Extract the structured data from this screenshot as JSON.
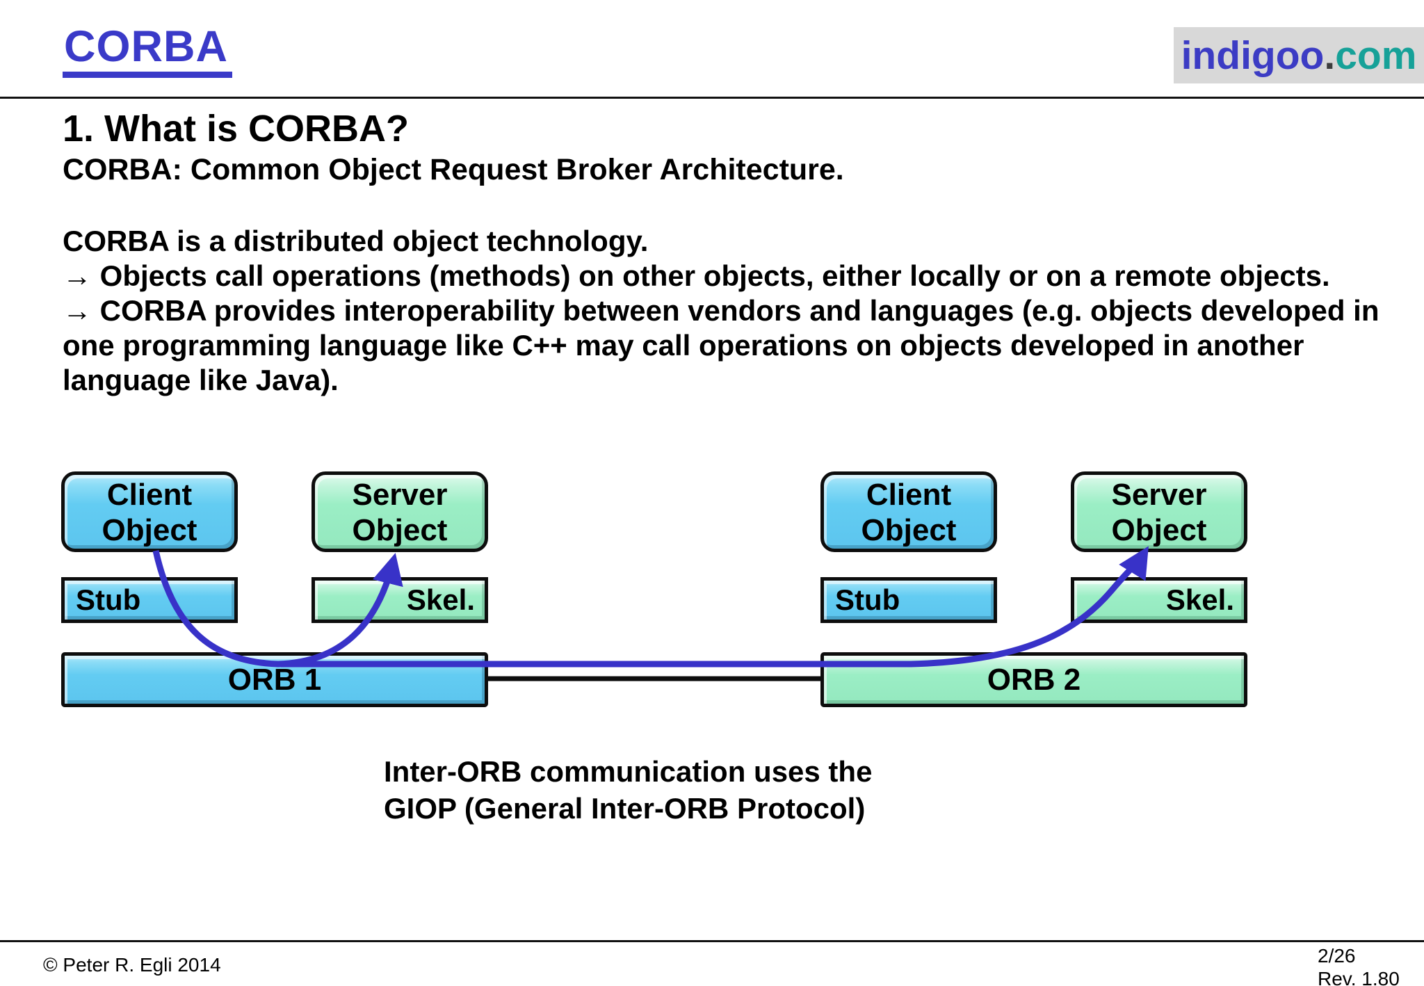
{
  "header": {
    "title": "CORBA",
    "logo": {
      "part1": "indigoo",
      "dot": ".",
      "part2": "com"
    }
  },
  "content": {
    "heading": "1. What is CORBA?",
    "subtitle": "CORBA: Common Object Request Broker Architecture.",
    "paragraph_lines": [
      "CORBA is a distributed object technology.",
      "→ Objects call operations (methods) on other objects, either locally or on a remote objects.",
      "→ CORBA provides interoperability between vendors and languages (e.g. objects developed in",
      "one programming language like C++ may call operations on objects developed in another",
      "language like Java)."
    ]
  },
  "diagram": {
    "left": {
      "client": "Client Object",
      "server": "Server Object",
      "stub": "Stub",
      "skel": "Skel.",
      "orb": "ORB 1"
    },
    "right": {
      "client": "Client Object",
      "server": "Server Object",
      "stub": "Stub",
      "skel": "Skel.",
      "orb": "ORB 2"
    },
    "caption_line1": "Inter-ORB communication uses the",
    "caption_line2": "GIOP (General Inter-ORB Protocol)"
  },
  "footer": {
    "copyright": "© Peter R. Egli 2014",
    "page": "2/26",
    "revision": "Rev. 1.80"
  },
  "colors": {
    "title_blue": "#3a3ac8",
    "logo_blue": "#3c3cc4",
    "logo_teal": "#16a198",
    "logo_background": "#d8d8d8",
    "box_blue": "#63ccf2",
    "box_green": "#9beec5",
    "arrow_blue": "#3832c8",
    "connector_black": "#0d0d0d"
  }
}
